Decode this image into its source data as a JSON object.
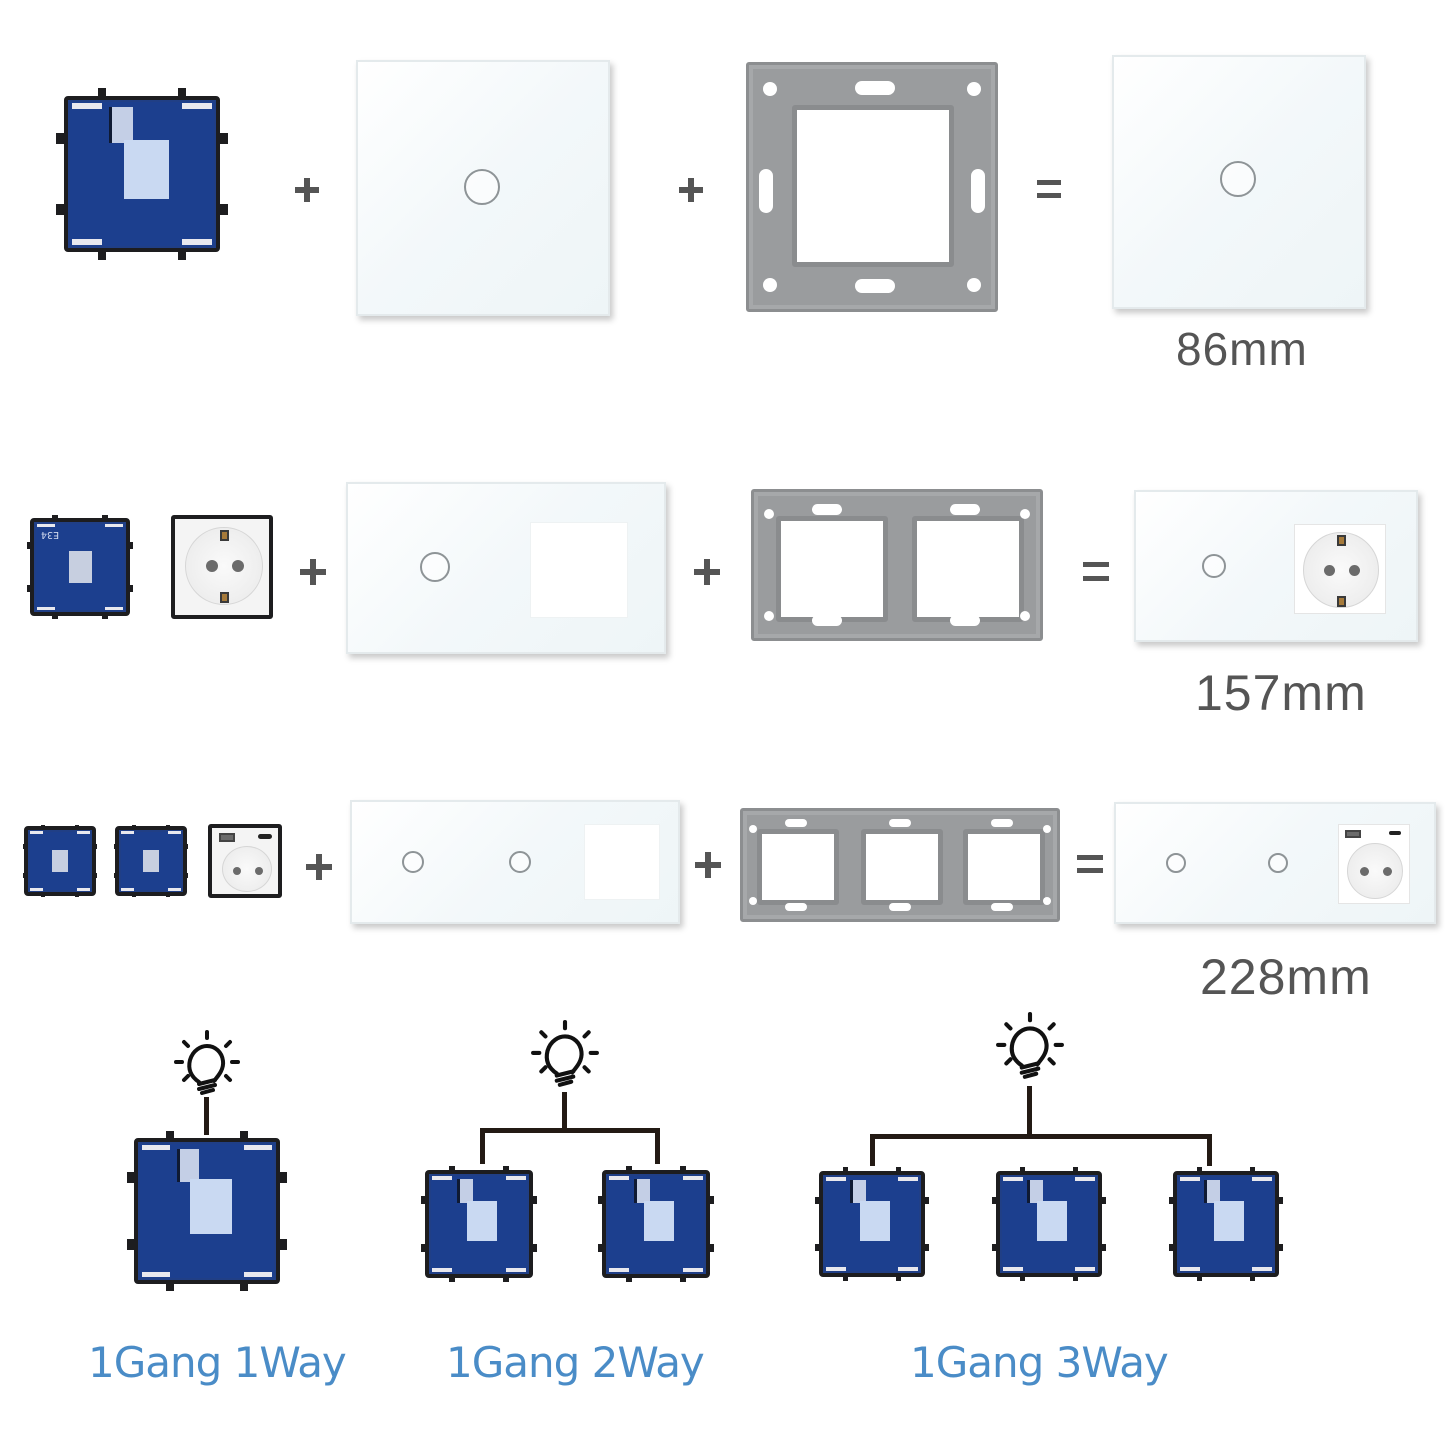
{
  "rows": [
    {
      "id": "1-gang",
      "components": [
        "switch-module",
        "glass-panel-1-touch",
        "mounting-frame-1"
      ],
      "operators": [
        "+",
        "+",
        "="
      ],
      "result": "assembled-1-gang-switch",
      "dimension": "86mm"
    },
    {
      "id": "2-gang",
      "components": [
        "switch-module",
        "schuko-socket-module",
        "glass-panel-1-touch-1-socket",
        "mounting-frame-2"
      ],
      "operators": [
        "+",
        "+",
        "="
      ],
      "result": "assembled-switch-plus-socket",
      "dimension": "157mm"
    },
    {
      "id": "3-gang",
      "components": [
        "switch-module",
        "switch-module",
        "schuko-usb-socket-module",
        "glass-panel-2-touch-1-socket",
        "mounting-frame-3"
      ],
      "operators": [
        "+",
        "+",
        "="
      ],
      "result": "assembled-2-switch-plus-usb-socket",
      "dimension": "228mm"
    }
  ],
  "wiring_diagrams": [
    {
      "label": "1Gang 1Way",
      "modules": 1,
      "icon": "light-bulb-icon"
    },
    {
      "label": "1Gang 2Way",
      "modules": 2,
      "icon": "light-bulb-icon"
    },
    {
      "label": "1Gang 3Way",
      "modules": 3,
      "icon": "light-bulb-icon"
    }
  ],
  "pcb_marking": "E34",
  "colors": {
    "module_blue": "#1c3f8e",
    "frame_grey": "#9a9c9e",
    "caption_blue": "#4a8cc7",
    "dimension_grey": "#555555",
    "operator_grey": "#555555",
    "wire_dark": "#231a14"
  }
}
